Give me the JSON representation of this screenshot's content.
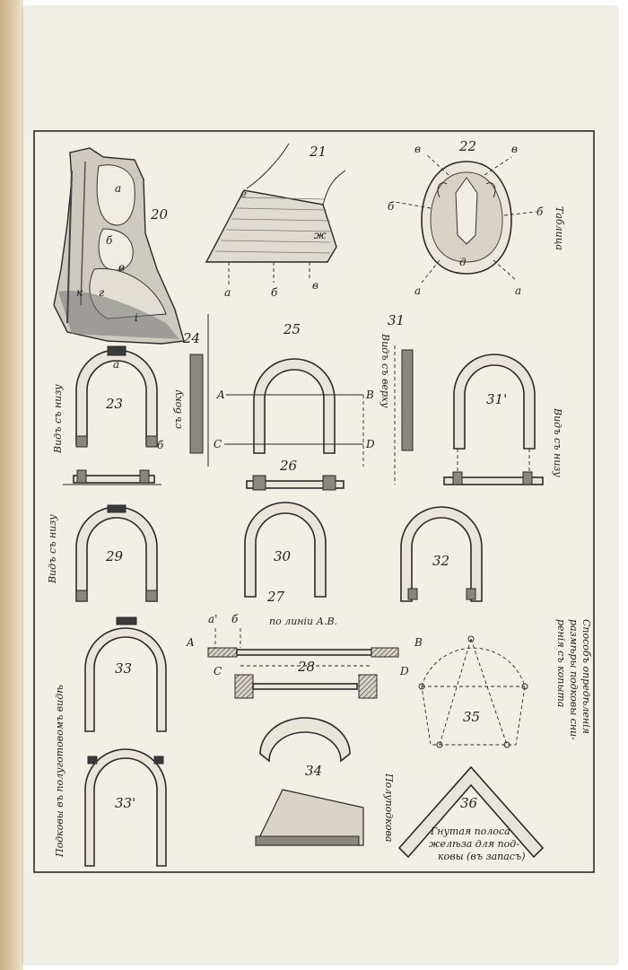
{
  "plate_label": "Таблица",
  "figures": {
    "f20": "20",
    "f21": "21",
    "f22": "22",
    "f23": "23",
    "f24": "24",
    "f25": "25",
    "f26": "26",
    "f27": "27",
    "f28": "28",
    "f29": "29",
    "f30": "30",
    "f31": "31",
    "f31p": "31'",
    "f32": "32",
    "f33": "33",
    "f33p": "33'",
    "f34": "34",
    "f35": "35",
    "f36": "36"
  },
  "letters": {
    "a": "а",
    "b": "б",
    "v": "в",
    "g": "г",
    "d": "д",
    "e": "е",
    "zh": "ж",
    "i": "і",
    "k": "к",
    "A": "A",
    "B": "B",
    "C": "C",
    "D": "D",
    "a_prime": "а'"
  },
  "captions": {
    "view_from_below": "Видъ съ низу",
    "view_from_side": "съ боку",
    "view_from_above": "Видъ съ верху",
    "view_from_below_right": "Видъ съ низу",
    "view_from_below_29": "Видъ съ низу",
    "half_finished": "Подковы въ полуготовомъ видѣ",
    "along_line": "по линіи А.В.",
    "half_shoe": "Полуподкова",
    "measure_note_1": "Способъ опредѣленія",
    "measure_note_2": "размѣры подковы сни-",
    "measure_note_3": "ренія съ копыта",
    "bent_bar_1": "Гнутая полоса",
    "bent_bar_2": "желѣза для под-",
    "bent_bar_3": "ковы (въ запасъ)"
  },
  "colors": {
    "paper": "#f2efe6",
    "ink": "#2a2a2a",
    "binding": "#d7c29c"
  }
}
